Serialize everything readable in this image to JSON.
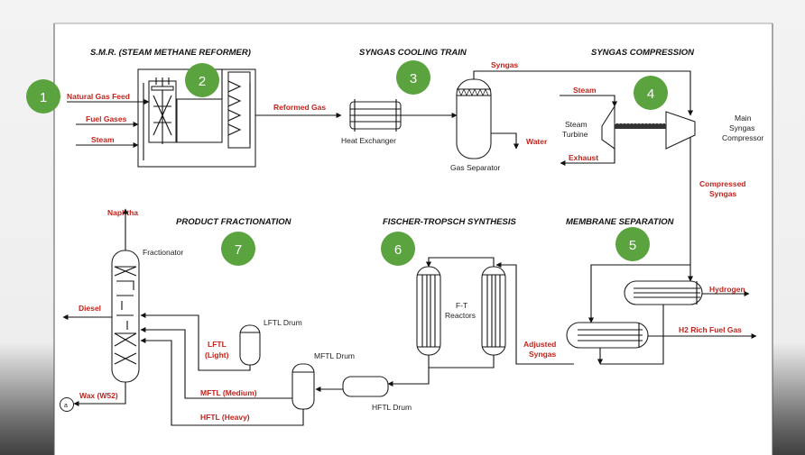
{
  "badge_color": "#5aa33f",
  "arrow_color": "#111111",
  "label_color": "#c0241c",
  "sections": {
    "smr": "S.M.R. (STEAM METHANE REFORMER)",
    "syngas_cooling": "SYNGAS COOLING TRAIN",
    "syngas_compression": "SYNGAS COMPRESSION",
    "product_fractionation": "PRODUCT FRACTIONATION",
    "fischer_tropsch": "FISCHER-TROPSCH SYNTHESIS",
    "membrane_separation": "MEMBRANE SEPARATION"
  },
  "badges": [
    "1",
    "2",
    "3",
    "4",
    "5",
    "6",
    "7"
  ],
  "streams": {
    "natural_gas_feed": "Natural Gas Feed",
    "fuel_gases": "Fuel Gases",
    "steam_in": "Steam",
    "reformed_gas": "Reformed Gas",
    "syngas": "Syngas",
    "water": "Water",
    "steam_turbine_in": "Steam",
    "exhaust": "Exhaust",
    "compressed_syngas_1": "Compressed",
    "compressed_syngas_2": "Syngas",
    "hydrogen": "Hydrogen",
    "h2_rich_fuel_gas": "H2 Rich Fuel Gas",
    "adjusted_syngas_1": "Adjusted",
    "adjusted_syngas_2": "Syngas",
    "naphtha": "Naphtha",
    "diesel": "Diesel",
    "lftl_1": "LFTL",
    "lftl_2": "(Light)",
    "mftl_medium": "MFTL (Medium)",
    "hftl_heavy": "HFTL (Heavy)",
    "wax": "Wax (W52)"
  },
  "equipment": {
    "heat_exchanger": "Heat Exchanger",
    "gas_separator": "Gas Separator",
    "steam_turbine_1": "Steam",
    "steam_turbine_2": "Turbine",
    "main_compressor_1": "Main",
    "main_compressor_2": "Syngas",
    "main_compressor_3": "Compressor",
    "ft_reactors_1": "F-T",
    "ft_reactors_2": "Reactors",
    "fractionator": "Fractionator",
    "lftl_drum": "LFTL Drum",
    "mftl_drum": "MFTL Drum",
    "hftl_drum": "HFTL Drum",
    "pump_symbol": "a"
  }
}
